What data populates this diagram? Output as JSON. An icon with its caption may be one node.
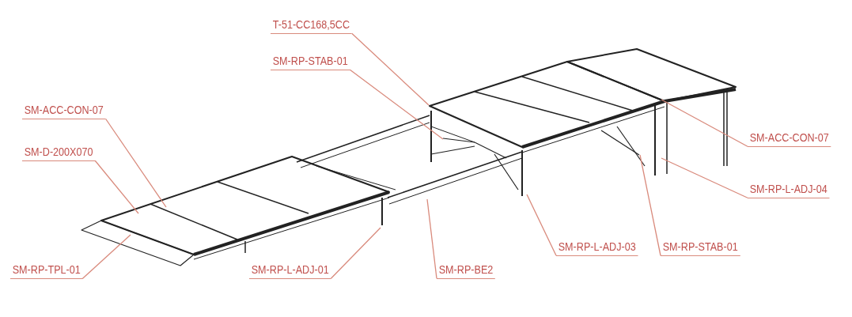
{
  "diagram": {
    "nodes": [
      {
        "text": [
          "T-51-CC168,5CC"
        ]
      },
      {
        "text": [
          "SM-RP-STAB-01"
        ]
      },
      {
        "text": [
          "SM-ACC-CON-07"
        ]
      },
      {
        "text": [
          "SM-D-200X070"
        ]
      },
      {
        "text": [
          "SM-RP-TPL-01"
        ]
      },
      {
        "text": [
          "SM-RP-L-ADJ-01"
        ]
      },
      {
        "text": [
          "SM-RP-BE2"
        ]
      },
      {
        "text": [
          "SM-RP-L-ADJ-03"
        ]
      },
      {
        "text": [
          "SM-RP-STAB-01"
        ]
      },
      {
        "text": [
          "SM-ACC-CON-07"
        ]
      },
      {
        "text": [
          "SM-RP-L-ADJ-04"
        ]
      }
    ],
    "edges": [
      {
        "from": 0,
        "to": null,
        "arrow": "none"
      },
      {
        "from": 1,
        "to": null,
        "arrow": "none"
      },
      {
        "from": 2,
        "to": null,
        "arrow": "none"
      },
      {
        "from": 3,
        "to": null,
        "arrow": "none"
      },
      {
        "from": 4,
        "to": null,
        "arrow": "none"
      },
      {
        "from": 5,
        "to": null,
        "arrow": "none"
      },
      {
        "from": 6,
        "to": null,
        "arrow": "none"
      },
      {
        "from": 7,
        "to": null,
        "arrow": "none"
      },
      {
        "from": 8,
        "to": null,
        "arrow": "none"
      },
      {
        "from": 9,
        "to": null,
        "arrow": "none"
      },
      {
        "from": 10,
        "to": null,
        "arrow": "none"
      }
    ]
  }
}
